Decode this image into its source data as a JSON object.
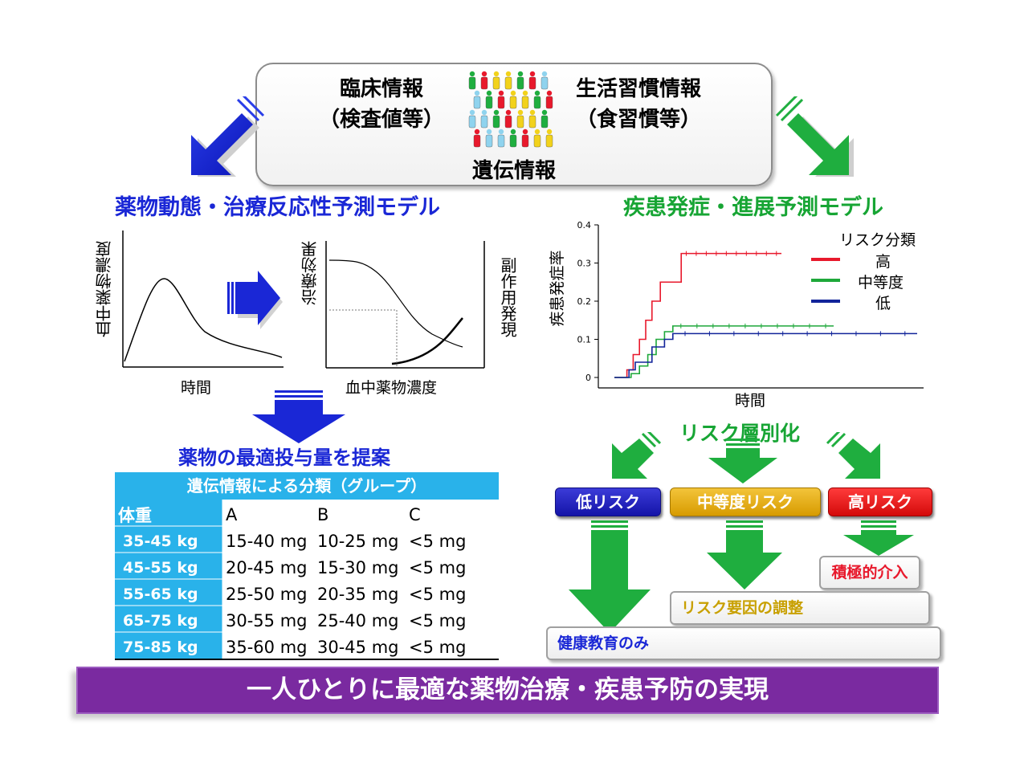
{
  "top": {
    "clinical_line1": "臨床情報",
    "clinical_line2": "（検査値等）",
    "lifestyle_line1": "生活習慣情報",
    "lifestyle_line2": "（食習慣等）",
    "genetic": "遺伝情報"
  },
  "left": {
    "heading": "薬物動態・治療反応性予測モデル",
    "pk_ylabel": "血中薬物濃度",
    "pk_xlabel": "時間",
    "pd_ylabel_left": "治療効果",
    "pd_ylabel_right": "副作用発現",
    "pd_xlabel": "血中薬物濃度",
    "proposal": "薬物の最適投与量を提案"
  },
  "table": {
    "group_header": "遺伝情報による分類（グループ）",
    "weight_header": "体重",
    "groups": [
      "A",
      "B",
      "C"
    ],
    "rows": [
      {
        "weight": "35-45 kg",
        "a": "15-40 mg",
        "b": "10-25 mg",
        "c": "<5 mg"
      },
      {
        "weight": "45-55 kg",
        "a": "20-45 mg",
        "b": "15-30 mg",
        "c": "<5 mg"
      },
      {
        "weight": "55-65 kg",
        "a": "25-50 mg",
        "b": "20-35 mg",
        "c": "<5 mg"
      },
      {
        "weight": "65-75 kg",
        "a": "30-55 mg",
        "b": "25-40 mg",
        "c": "<5 mg"
      },
      {
        "weight": "75-85 kg",
        "a": "35-60 mg",
        "b": "30-45 mg",
        "c": "<5 mg"
      }
    ]
  },
  "right": {
    "heading": "疾患発症・進展予測モデル",
    "stratification": "リスク層別化",
    "risk_low": "低リスク",
    "risk_mid": "中等度リスク",
    "risk_high": "高リスク",
    "outcome_high": "積極的介入",
    "outcome_mid": "リスク要因の調整",
    "outcome_low": "健康教育のみ"
  },
  "banner": "一人ひとりに最適な薬物治療・疾患予防の実現",
  "colors": {
    "blue": "#1a27d6",
    "green": "#17a534",
    "red": "#e8192c",
    "purple": "#7a2aa0",
    "table_blue": "#29b2ea",
    "gold": "#c8a000"
  },
  "chart_data": {
    "type": "line",
    "title": "",
    "xlabel": "時間",
    "ylabel": "疾患発症率",
    "ylim": [
      0,
      0.4
    ],
    "yticks": [
      "0",
      "0.1",
      "0.2",
      "0.3",
      "0.4"
    ],
    "legend_title": "リスク分類",
    "legend_position": "top-right",
    "series": [
      {
        "name": "高",
        "color": "#e8192c",
        "points": [
          [
            0,
            0
          ],
          [
            0.06,
            0
          ],
          [
            0.06,
            0.02
          ],
          [
            0.09,
            0.02
          ],
          [
            0.09,
            0.06
          ],
          [
            0.12,
            0.06
          ],
          [
            0.12,
            0.1
          ],
          [
            0.15,
            0.1
          ],
          [
            0.15,
            0.15
          ],
          [
            0.18,
            0.15
          ],
          [
            0.18,
            0.2
          ],
          [
            0.22,
            0.2
          ],
          [
            0.22,
            0.25
          ],
          [
            0.32,
            0.25
          ],
          [
            0.32,
            0.325
          ],
          [
            0.8,
            0.325
          ]
        ]
      },
      {
        "name": "中等度",
        "color": "#1ea83a",
        "points": [
          [
            0,
            0
          ],
          [
            0.08,
            0
          ],
          [
            0.08,
            0.01
          ],
          [
            0.12,
            0.01
          ],
          [
            0.12,
            0.03
          ],
          [
            0.16,
            0.03
          ],
          [
            0.16,
            0.06
          ],
          [
            0.2,
            0.06
          ],
          [
            0.2,
            0.1
          ],
          [
            0.24,
            0.1
          ],
          [
            0.24,
            0.12
          ],
          [
            0.28,
            0.12
          ],
          [
            0.28,
            0.135
          ],
          [
            1.05,
            0.135
          ]
        ]
      },
      {
        "name": "低",
        "color": "#12249a",
        "points": [
          [
            0,
            0
          ],
          [
            0.07,
            0
          ],
          [
            0.07,
            0.02
          ],
          [
            0.1,
            0.02
          ],
          [
            0.1,
            0.04
          ],
          [
            0.18,
            0.04
          ],
          [
            0.18,
            0.08
          ],
          [
            0.24,
            0.08
          ],
          [
            0.24,
            0.1
          ],
          [
            0.28,
            0.1
          ],
          [
            0.28,
            0.115
          ],
          [
            1.45,
            0.115
          ]
        ]
      }
    ]
  }
}
